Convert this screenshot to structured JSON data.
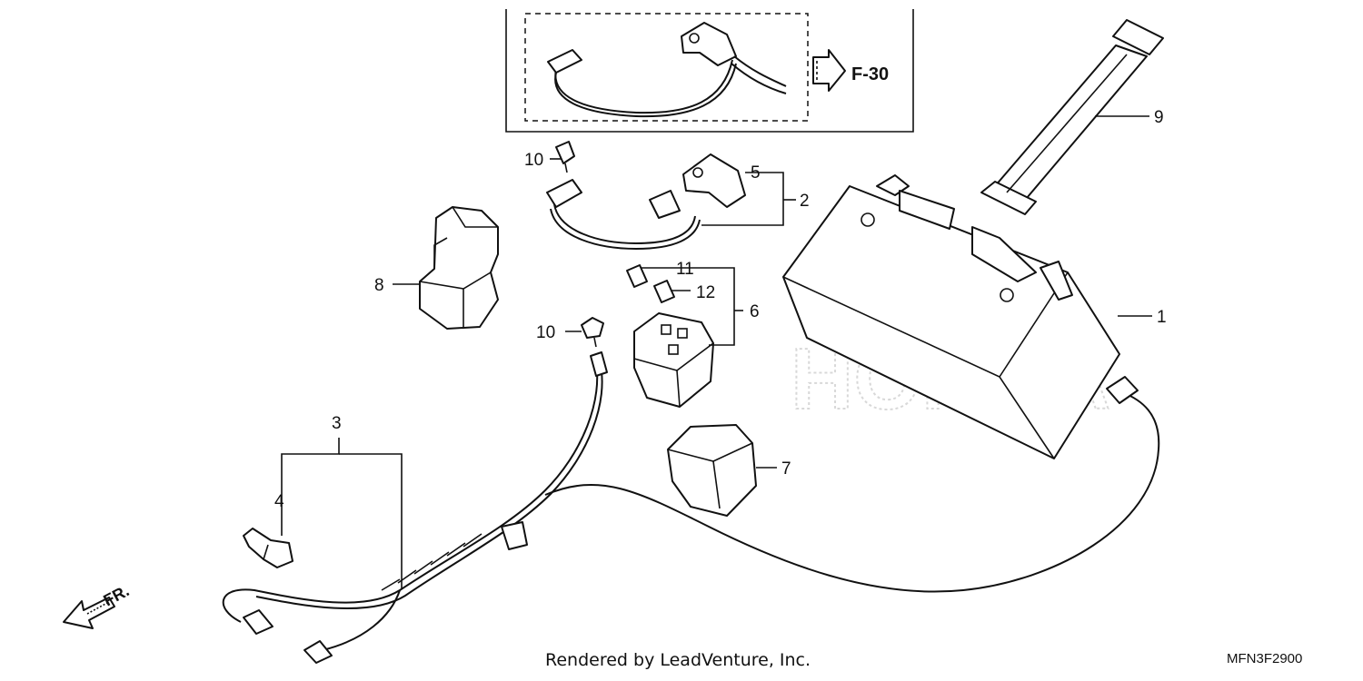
{
  "callouts": {
    "c1": "1",
    "c2": "2",
    "c3": "3",
    "c4": "4",
    "c5": "5",
    "c6": "6",
    "c7": "7",
    "c8": "8",
    "c9": "9",
    "c10a": "10",
    "c10b": "10",
    "c11": "11",
    "c12": "12"
  },
  "inset": {
    "reference": "F-30"
  },
  "direction_label": "FR.",
  "credit": "Rendered by LeadVenture, Inc.",
  "diagram_code": "MFN3F2900",
  "watermark": "HONDA"
}
